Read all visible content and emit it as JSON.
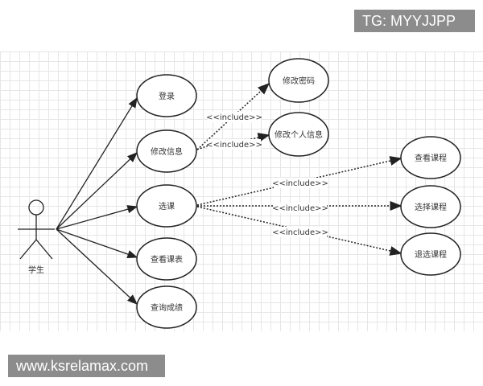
{
  "actor": {
    "label": "学生"
  },
  "use_cases": {
    "login": "登录",
    "edit_info": "修改信息",
    "select_course": "选课",
    "view_schedule": "查看课表",
    "query_grades": "查询成绩",
    "change_password": "修改密码",
    "edit_personal_info": "修改个人信息",
    "view_courses": "查看课程",
    "choose_course": "选择课程",
    "drop_course": "退选课程"
  },
  "include_label": "<<include>>",
  "watermarks": {
    "top": "TG: MYYJJPP",
    "bottom": "www.ksrelamax.com"
  }
}
